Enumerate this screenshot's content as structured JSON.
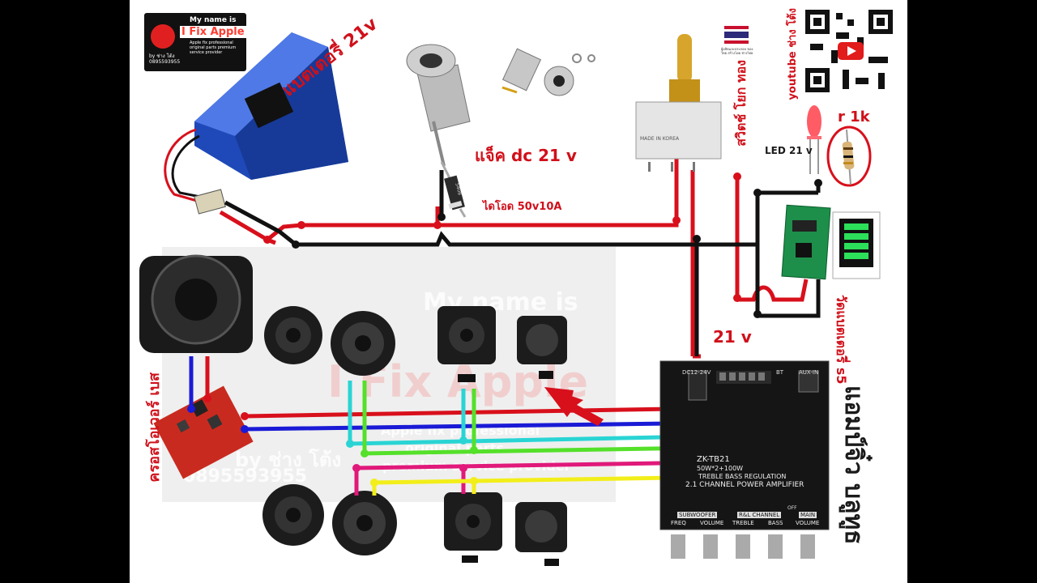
{
  "logo": {
    "title": "My name is",
    "brand": "I Fix Apple",
    "subtitle": "Apple fix professional original parts premium service provider",
    "by": "by ช่าง โต้ง",
    "phone": "0895593955"
  },
  "labels": {
    "battery": "แบตเตอรี่ 21v",
    "dc_jack": "แจ็ค dc 21 v",
    "diode": "ไดโอด 50v10A",
    "switch": "สวิตช์ โยก ทอง",
    "youtube": "youtube ช่าง โต้ง",
    "led": "LED 21 v",
    "resistor": "r 1k",
    "voltage": "21 v",
    "battery_indicator": "วัดแบตเตอรี่ s5",
    "crossover": "ครอสโอเวอร์ เบส",
    "amplifier": "แอมป์จิ๋ว บลูทูธ"
  },
  "watermark": {
    "title": "My name is",
    "brand": "I Fix Apple",
    "line1": "Apple fix professional",
    "line2": "original parts",
    "line3": "premium service provider",
    "by": "by ช่าง โต้ง",
    "phone": "0895593955"
  },
  "amp_board": {
    "model": "ZK-TB21",
    "power": "50W*2+100W",
    "regulation": "TREBLE  BASS REGULATION",
    "channel": "2.1 CHANNEL POWER AMPLIFIER",
    "dc_in": "DC12-24V",
    "bt": "BT",
    "aux": "AUX-IN",
    "subwoofer": "SUBWOOFER",
    "rl_channel": "R&L CHANNEL",
    "main": "MAIN",
    "off": "OFF",
    "knobs": [
      "FREQ",
      "VOLUME",
      "TREBLE",
      "BASS",
      "VOLUME"
    ]
  },
  "switch_text": "MADE IN KOREA",
  "diode_text": "5408",
  "flag_caption": "ผู้ผลิตและประกอบ ของไทย สร้างโดย ช่างไทย",
  "colors": {
    "red_wire": "#d8101c",
    "black_wire": "#111111",
    "blue_wire": "#1a1ad6",
    "cyan_wire": "#2ad4d4",
    "green_wire": "#55e02a",
    "pink_wire": "#e0197a",
    "yellow_wire": "#f2ee1a",
    "battery_body": "#1f49b8"
  }
}
